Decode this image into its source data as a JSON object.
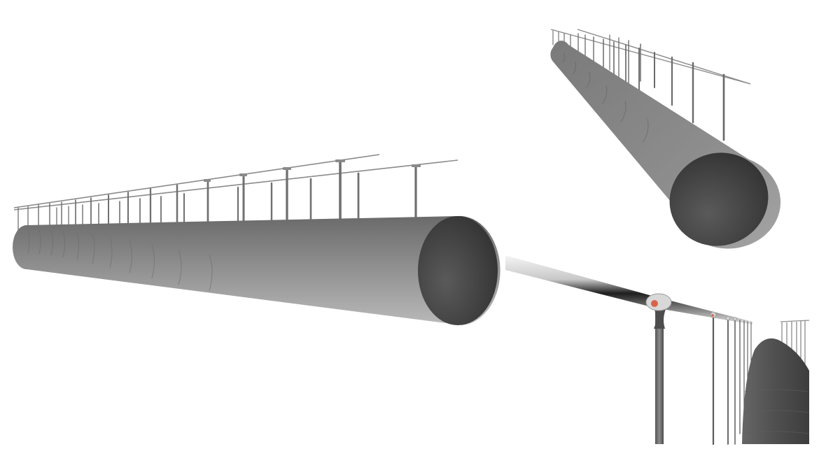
{
  "scene": {
    "background": "#ffffff",
    "views": [
      {
        "id": "view-left",
        "subject": "suspended-pipe-side-view"
      },
      {
        "id": "view-top-right",
        "subject": "suspended-pipe-angled-view"
      },
      {
        "id": "view-bottom-right",
        "subject": "support-rod-detail-view"
      }
    ],
    "colors": {
      "pipe_light": "#b5b5b5",
      "pipe_mid": "#8c8c8c",
      "pipe_dark": "#4a4a4a",
      "end_face": "#3a3a3a",
      "rod": "#6e6e6e",
      "cable": "#8a8a8a",
      "chrome_light": "#f2f2f2",
      "chrome_dark": "#1c1c1c",
      "clamp_accent": "#d9634a"
    }
  }
}
